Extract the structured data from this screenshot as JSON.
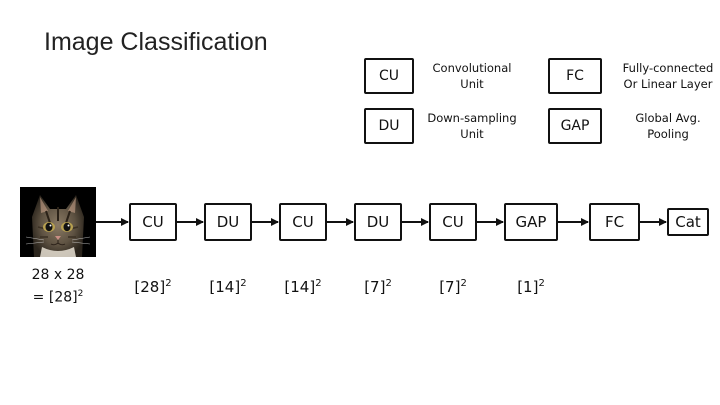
{
  "title": "Image Classification",
  "legend": [
    {
      "abbr": "CU",
      "desc": [
        "Convolutional",
        "Unit"
      ]
    },
    {
      "abbr": "FC",
      "desc": [
        "Fully-connected",
        "Or Linear Layer"
      ]
    },
    {
      "abbr": "DU",
      "desc": [
        "Down-sampling",
        "Unit"
      ]
    },
    {
      "abbr": "GAP",
      "desc": [
        "Global Avg.",
        "Pooling"
      ]
    }
  ],
  "input": {
    "line1": "28 x 28",
    "line2": "= [28]",
    "exp": "2"
  },
  "pipeline": [
    "CU",
    "DU",
    "CU",
    "DU",
    "CU",
    "GAP",
    "FC",
    "Cat"
  ],
  "dims": [
    {
      "base": "[28]",
      "exp": "2"
    },
    {
      "base": "[14]",
      "exp": "2"
    },
    {
      "base": "[14]",
      "exp": "2"
    },
    {
      "base": "[7]",
      "exp": "2"
    },
    {
      "base": "[7]",
      "exp": "2"
    },
    {
      "base": "[1]",
      "exp": "2"
    }
  ]
}
